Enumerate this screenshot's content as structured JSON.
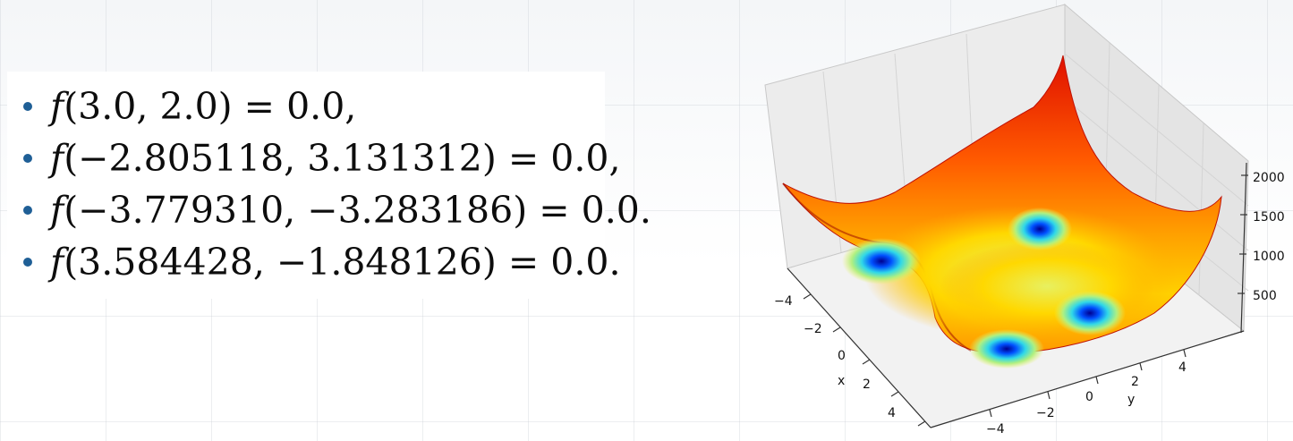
{
  "formulas": [
    {
      "fn": "f",
      "args": "(3.0, 2.0) = 0.0,"
    },
    {
      "fn": "f",
      "args": "(−2.805118, 3.131312) = 0.0,"
    },
    {
      "fn": "f",
      "args": "(−3.779310, −3.283186) = 0.0."
    },
    {
      "fn": "f",
      "args": "(3.584428, −1.848126) = 0.0."
    }
  ],
  "plot": {
    "x_axis_label": "x",
    "y_axis_label": "y",
    "x_ticks": [
      "−4",
      "−2",
      "0",
      "2",
      "4"
    ],
    "y_ticks": [
      "−4",
      "−2",
      "0",
      "2",
      "4"
    ],
    "z_ticks": [
      "500",
      "1000",
      "1500",
      "2000"
    ],
    "colormap": [
      "#00008f",
      "#0070ff",
      "#30e0c0",
      "#c8f040",
      "#ffd800",
      "#ff8000",
      "#e01000"
    ]
  }
}
